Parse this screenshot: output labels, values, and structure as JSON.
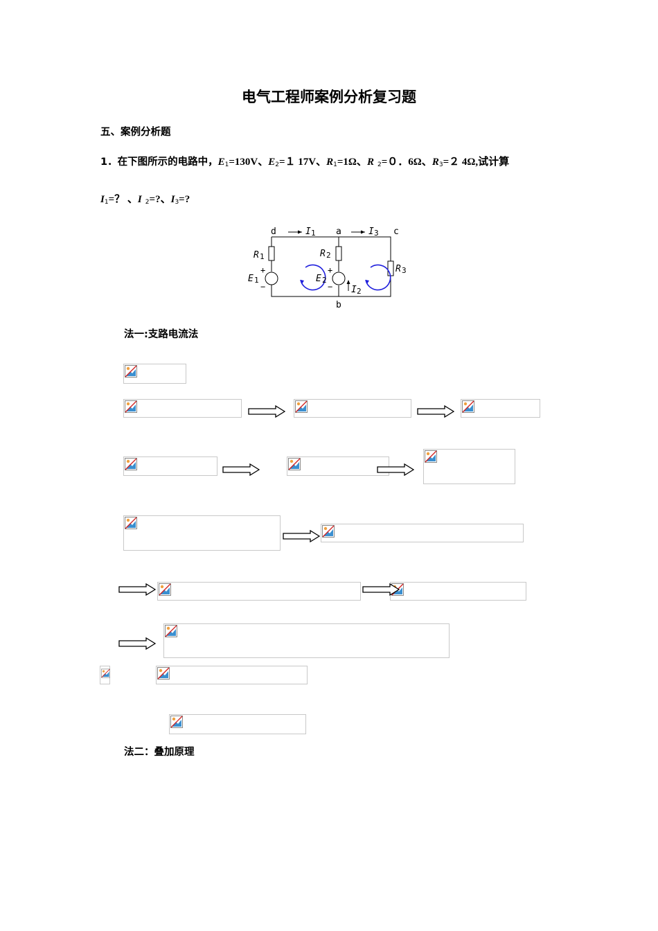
{
  "doc": {
    "title": "电气工程师案例分析复习题",
    "section": "五、案例分析题",
    "q1": {
      "prefix": "1．在下图所示的电路中，",
      "E1_val": "=130V、",
      "E2_val": "=１ 17V、",
      "R1_val": "=1Ω、",
      "R2_val": "=０．6Ω、",
      "R3_val": "=２ 4Ω,试计算",
      "line2_I1": "=？ 、",
      "line2_I2": "=?、",
      "line2_I3": "=?"
    },
    "circuit": {
      "nodes": [
        "d",
        "a",
        "c",
        "b"
      ],
      "currents": [
        "I1",
        "I3",
        "I2"
      ],
      "resistors": [
        "R1",
        "R2",
        "R3"
      ],
      "sources": [
        "E1",
        "E2"
      ],
      "loop_color": "#2020dd"
    },
    "method1": "法一:支路电流法",
    "method2": "法二：叠加原理",
    "broken_image_icon": "broken-image-icon",
    "arrow_icon": "hollow-right-arrow-icon"
  }
}
